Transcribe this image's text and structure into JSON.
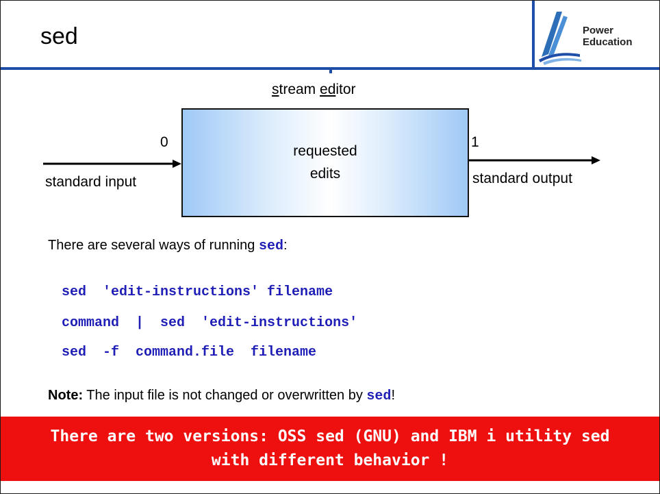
{
  "slide": {
    "title": "sed",
    "logo": {
      "line1": "Power",
      "line2": "Education"
    },
    "caption": {
      "part1": "s",
      "part2": "tream ",
      "part3": "ed",
      "part4": "itor"
    },
    "diagram": {
      "box_line1": "requested",
      "box_line2": "edits",
      "input_fd": "0",
      "output_fd": "1",
      "input_label": "standard input",
      "output_label": "standard output"
    },
    "intro": {
      "text": "There are several ways of running ",
      "code": "sed",
      "end": ":"
    },
    "commands": [
      "sed  'edit-instructions' filename",
      "command  |  sed  'edit-instructions'",
      "sed  -f  command.file  filename"
    ],
    "note": {
      "label": "Note:",
      "text": " The input file is not changed or overwritten by ",
      "code": "sed",
      "end": "!"
    },
    "banner": {
      "line1": "There are two versions: OSS sed (GNU) and IBM i utility sed",
      "line2": "with different behavior !"
    },
    "colors": {
      "accent": "#1f4ea8",
      "code": "#1f1fb8",
      "banner": "#ee0f0f"
    }
  }
}
